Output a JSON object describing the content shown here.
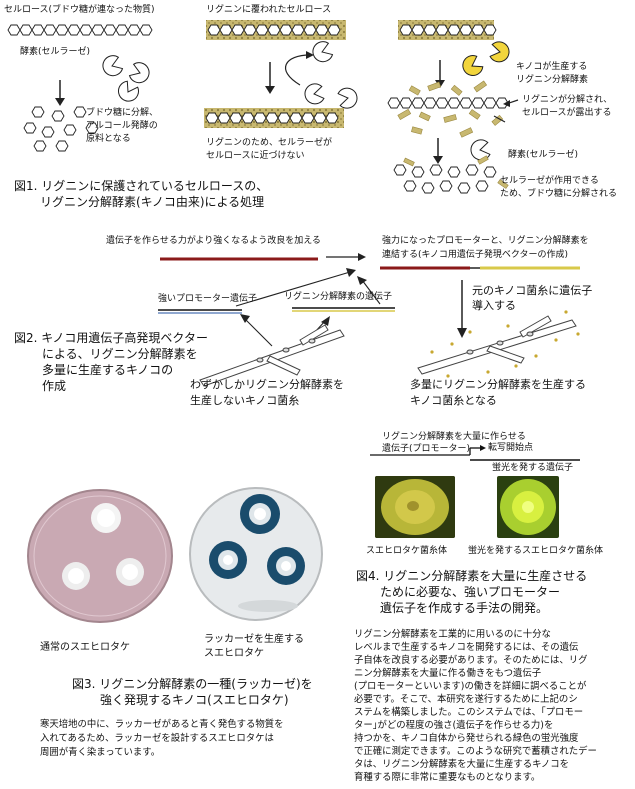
{
  "fig1": {
    "cellulose_label": "セルロース(ブドウ糖が連なった物質)",
    "enzyme_label": "酵素(セルラーゼ)",
    "glucose_note": [
      "ブドウ糖に分解、",
      "アルコール発酵の",
      "原料となる"
    ],
    "lignin_covered_label": "リグニンに覆われたセルロース",
    "blocked_note": [
      "リグニンのため、セルラーゼが",
      "セルロースに近づけない"
    ],
    "kinoko_enzyme_note": [
      "キノコが生産する",
      "リグニン分解酵素"
    ],
    "exposed_note": [
      "リグニンが分解され、",
      "セルロースが露出する"
    ],
    "enzyme_label_right": "酵素(セルラーゼ)",
    "final_note": [
      "セルラーゼが作用できる",
      "ため、ブドウ糖に分解される"
    ],
    "caption": [
      "図1. リグニンに保護されているセルロースの、",
      "リグニン分解酵素(キノコ由来)による処理"
    ]
  },
  "fig2": {
    "improve_label": "遺伝子を作らせる力がより強くなるよう改良を加える",
    "link_label": [
      "強力になったプロモーターと、リグニン分解酵素を",
      "連結する(キノコ用遺伝子発現ベクターの作成)"
    ],
    "promoter_label": "強いプロモーター遺伝子",
    "enzyme_gene_label": "リグニン分解酵素の遺伝子",
    "introduce_label": [
      "元のキノコ菌糸に遺伝子",
      "導入する"
    ],
    "caption": [
      "図2. キノコ用遺伝子高発現ベクター",
      "による、リグニン分解酵素を",
      "多量に生産するキノコの",
      "作成"
    ],
    "low_label": [
      "わずかしかリグニン分解酵素を",
      "生産しないキノコ菌糸"
    ],
    "high_label": [
      "多量にリグニン分解酵素を生産する",
      "キノコ菌糸となる"
    ]
  },
  "fig3": {
    "normal_label": "通常のスエヒロタケ",
    "laccase_label": [
      "ラッカーゼを生産する",
      "スエヒロタケ"
    ],
    "caption": [
      "図3. リグニン分解酵素の一種(ラッカーゼ)を",
      "強く発現するキノコ(スエヒロタケ)"
    ],
    "note": [
      "寒天培地の中に、ラッカーゼがあると青く発色する物質を",
      "入れてあるため、ラッカーゼを設計するスエヒロタケは",
      "周囲が青く染まっています。"
    ]
  },
  "fig4": {
    "mass_label": "リグニン分解酵素を大量に作らせる",
    "gene_label": "遺伝子(プロモーター)",
    "start_label": "転写開始点",
    "fluor_gene_label": "蛍光を発する遺伝子",
    "mycelium_label": "スエヒロタケ菌糸体",
    "fluor_mycelium_label": "蛍光を発するスエヒロタケ菌糸体",
    "caption": [
      "図4. リグニン分解酵素を大量に生産させる",
      "ために必要な、強いプロモーター",
      "遺伝子を作成する手法の開発。"
    ],
    "paragraph": [
      "リグニン分解酵素を工業的に用いるのに十分な",
      "レベルまで生産するキノコを開発するには、その遺伝",
      "子自体を改良する必要があります。そのためには、リグ",
      "ニン分解酵素を大量に作る働きをもつ遺伝子",
      "(プロモーターといいます)の働きを詳細に調べることが",
      "必要です。そこで、本研究を遂行するために上記のシ",
      "ステムを構築しました。このシステムでは、｢プロモー",
      "ター｣がどの程度の強さ(遺伝子を作らせる力)を",
      "持つかを、キノコ自体から発せられる緑色の蛍光強度",
      "で正確に測定できます。このような研究で蓄積されたデー",
      "タは、リグニン分解酵素を大量に生産するキノコを",
      "育種する際に非常に重要なものとなります。"
    ]
  },
  "colors": {
    "lignin": "#c8b870",
    "dark_red": "#8b1a1a",
    "yellow": "#d8c94a",
    "petri_bg": "#c9a9b3",
    "blue_ring": "#1a4c6c",
    "green_plate": "#c8d23a"
  },
  "icons": [
    "pacman-enzyme-icon",
    "hexagon-glucose-icon",
    "arrow-down-icon",
    "hypha-icon"
  ]
}
